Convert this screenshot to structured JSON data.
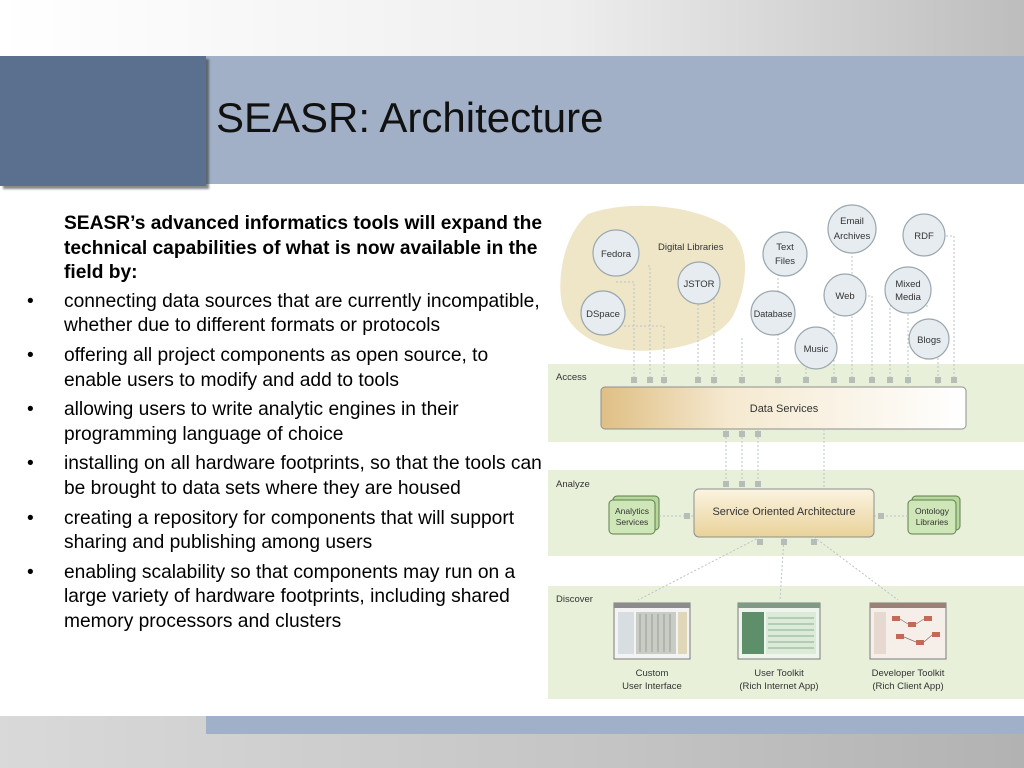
{
  "slide": {
    "title": "SEASR: Architecture",
    "intro": "SEASR’s advanced informatics tools will expand the technical capabilities of what is now available in the field by:",
    "bullet_symbol": "•",
    "bullets": [
      "connecting data sources that are currently incompatible, whether due to different formats or protocols",
      "offering all project components as open source, to enable users to modify and add to tools",
      "allowing users to write analytic engines in their programming language of choice",
      "installing on all hardware footprints, so that the tools can be brought to data sets where they are housed",
      "creating a repository for components that will support sharing and publishing among users",
      "enabling scalability so that components may run on a large variety of hardware footprints, including shared memory processors and clusters"
    ]
  },
  "diagram": {
    "digital_libraries_label": "Digital Libraries",
    "sources": [
      "Fedora",
      "JSTOR",
      "DSpace",
      "Text Files",
      "Database",
      "Email Archives",
      "Web",
      "Music",
      "RDF",
      "Mixed Media",
      "Blogs"
    ],
    "layers": [
      "Access",
      "Analyze",
      "Discover"
    ],
    "data_services": "Data Services",
    "soa": "Service Oriented Architecture",
    "analytics_services": "Analytics Services",
    "ontology_libraries": "Ontology Libraries",
    "discover_items": [
      {
        "line1": "Custom",
        "line2": "User Interface"
      },
      {
        "line1": "User Toolkit",
        "line2": "(Rich Internet App)"
      },
      {
        "line1": "Developer Toolkit",
        "line2": "(Rich Client App)"
      }
    ]
  }
}
